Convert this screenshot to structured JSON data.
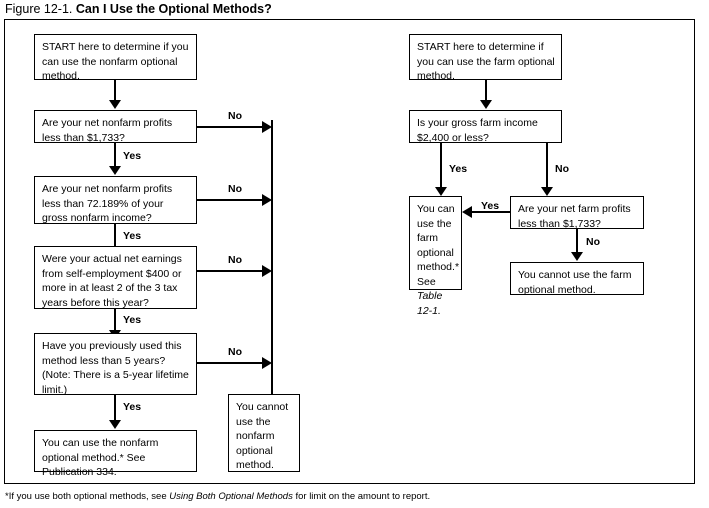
{
  "figure": {
    "number": "Figure 12-1.",
    "title": "Can I Use the Optional Methods?",
    "footnote_pre": "*If you use both optional methods, see ",
    "footnote_italic": "Using Both Optional Methods",
    "footnote_post": " for limit on the amount to report."
  },
  "nonfarm": {
    "start": "START here to determine if you can use the nonfarm optional method.",
    "q1": "Are your net nonfarm profits less than $1,733?",
    "q2": "Are your net nonfarm profits less than 72.189% of your gross nonfarm income?",
    "q3": "Were your actual net earnings from self-employment $400 or more in at least 2 of the 3 tax years before this year?",
    "q4": "Have you previously used this method less than 5 years? (Note: There is a 5-year lifetime limit.)",
    "yes_outcome": "You can use the nonfarm optional method.* See Publication 334.",
    "no_outcome": "You cannot use the nonfarm optional method."
  },
  "farm": {
    "start": "START here to determine if you can use the farm optional method.",
    "q1": "Is your gross farm income $2,400 or less?",
    "q2": "Are your net farm profits less than $1,733?",
    "yes_outcome_pre": "You can use the farm optional method.* See ",
    "yes_outcome_italic": "Table 12-1.",
    "no_outcome": "You cannot use the farm optional method."
  },
  "labels": {
    "yes": "Yes",
    "no": "No"
  }
}
